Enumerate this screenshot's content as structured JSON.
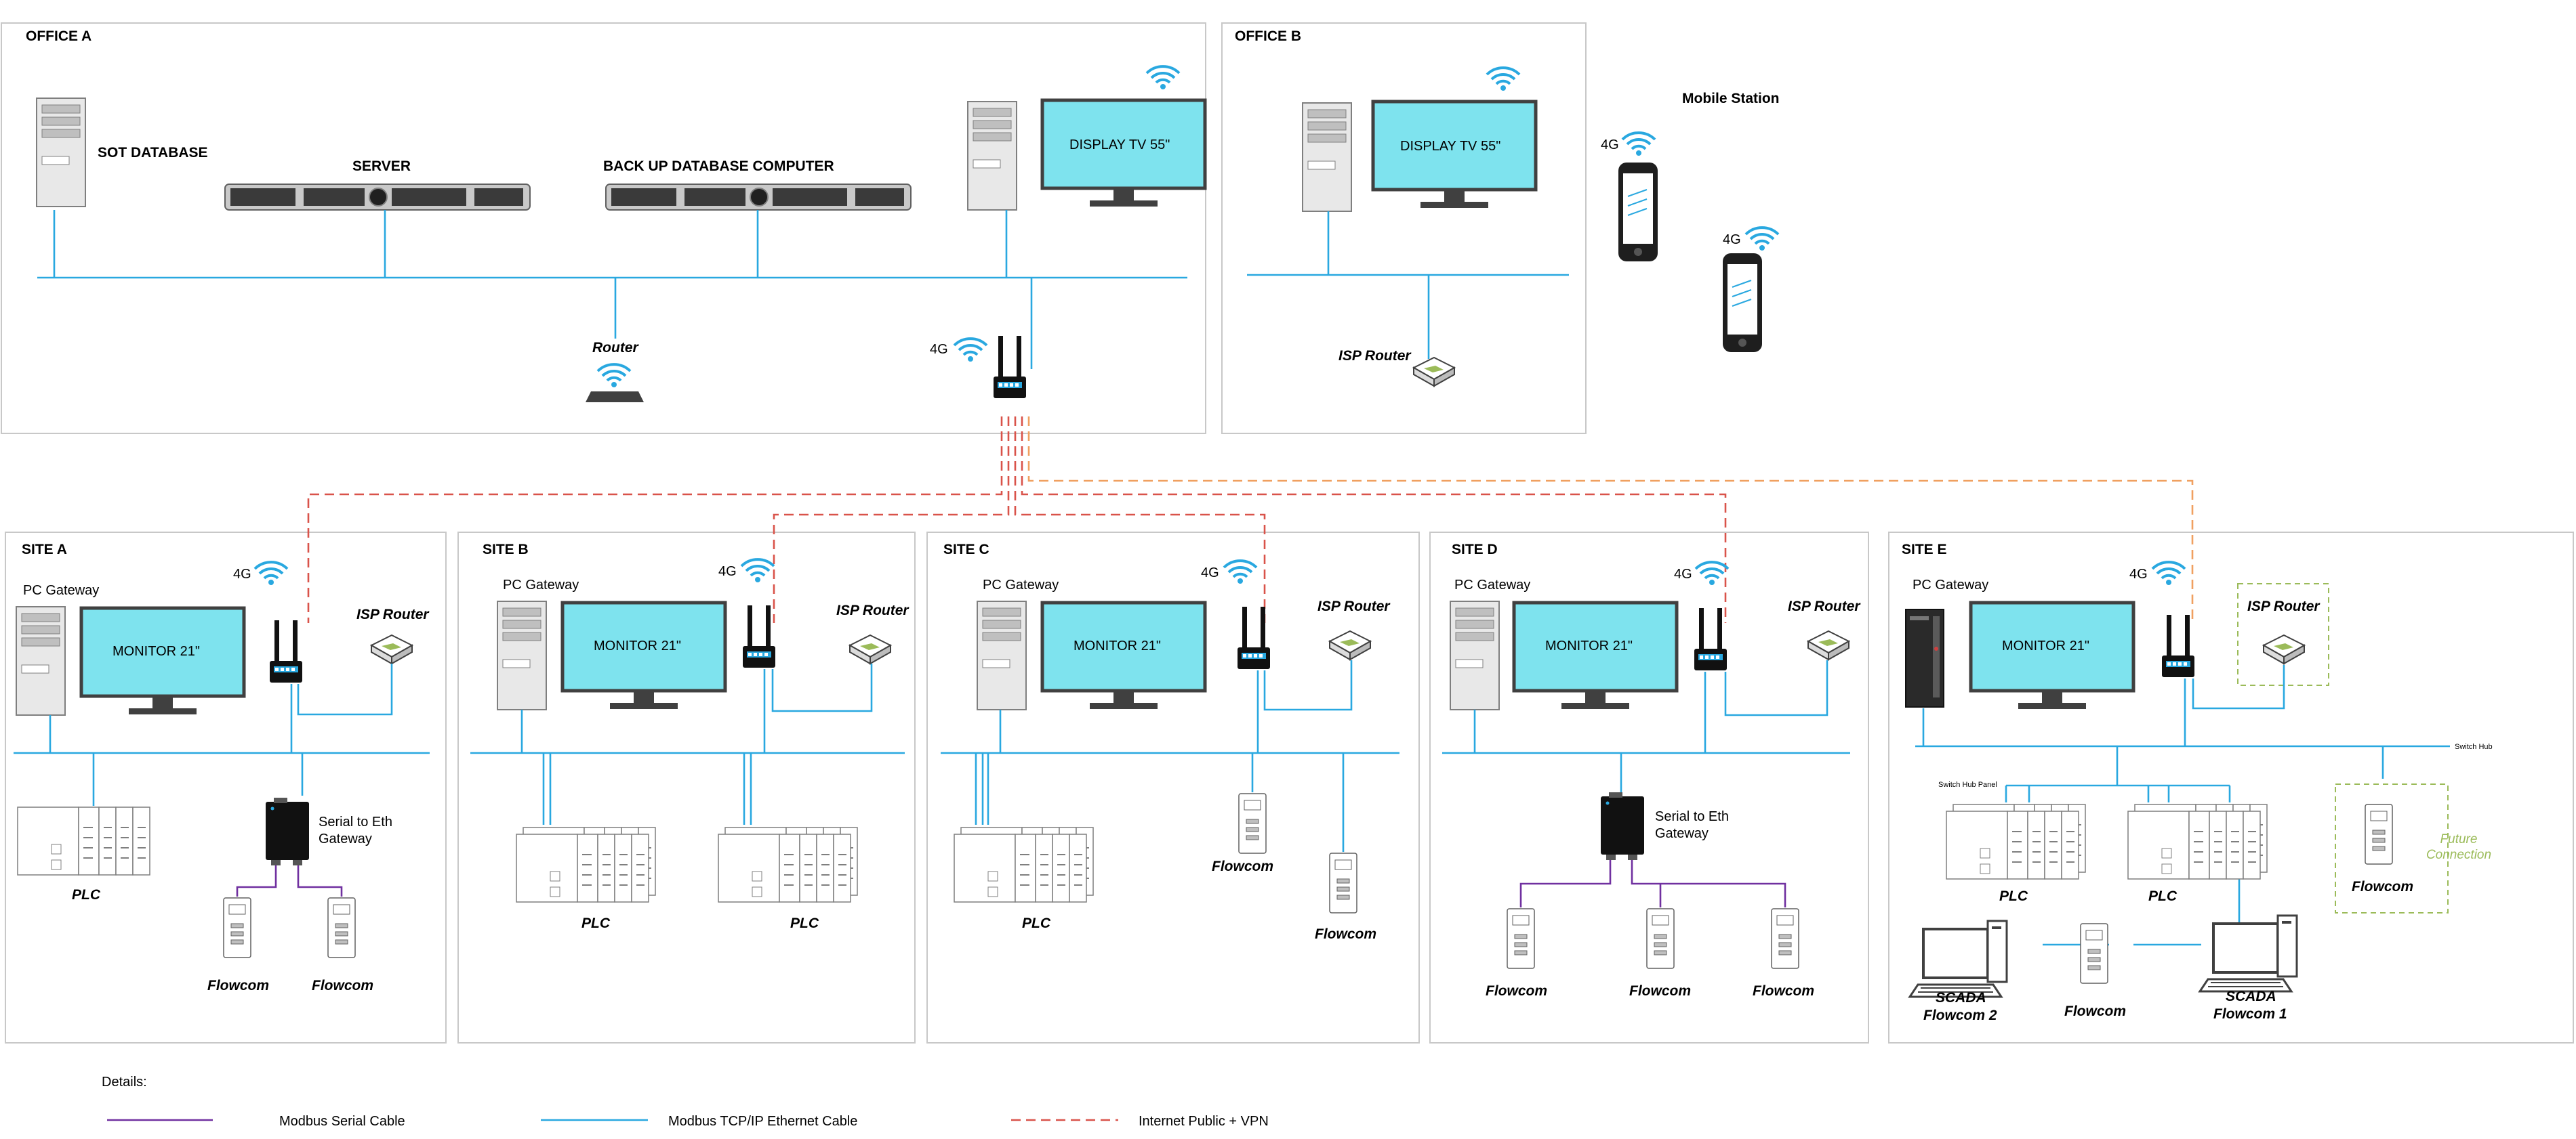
{
  "colors": {
    "ethernet": "#29a8e0",
    "serial": "#7030a0",
    "vpn": "#d9534a",
    "vpn_light": "#f0a060",
    "screen": "#7ee3ee",
    "future": "#9bbb59",
    "box_border": "#c8c8c8"
  },
  "office_a": {
    "title": "OFFICE A",
    "sot_database": "SOT DATABASE",
    "server": "SERVER",
    "backup": "BACK UP DATABASE COMPUTER",
    "display": "DISPLAY TV 55\"",
    "router": "Router",
    "fourg": "4G"
  },
  "office_b": {
    "title": "OFFICE B",
    "display": "DISPLAY TV 55\"",
    "isp_router": "ISP Router"
  },
  "mobile": {
    "title": "Mobile Station",
    "fourg_1": "4G",
    "fourg_2": "4G"
  },
  "site_a": {
    "title": "SITE A",
    "pc_gateway": "PC Gateway",
    "monitor": "MONITOR 21\"",
    "fourg": "4G",
    "isp_router": "ISP Router",
    "serial_gw": "Serial to Eth",
    "serial_gw2": "Gateway",
    "plc": "PLC",
    "flowcom_1": "Flowcom",
    "flowcom_2": "Flowcom"
  },
  "site_b": {
    "title": "SITE B",
    "pc_gateway": "PC Gateway",
    "monitor": "MONITOR 21\"",
    "fourg": "4G",
    "isp_router": "ISP Router",
    "plc_1": "PLC",
    "plc_2": "PLC"
  },
  "site_c": {
    "title": "SITE C",
    "pc_gateway": "PC Gateway",
    "monitor": "MONITOR 21\"",
    "fourg": "4G",
    "isp_router": "ISP Router",
    "plc": "PLC",
    "flowcom_1": "Flowcom",
    "flowcom_2": "Flowcom"
  },
  "site_d": {
    "title": "SITE D",
    "pc_gateway": "PC Gateway",
    "monitor": "MONITOR 21\"",
    "fourg": "4G",
    "isp_router": "ISP Router",
    "serial_gw": "Serial to Eth",
    "serial_gw2": "Gateway",
    "flowcom_1": "Flowcom",
    "flowcom_2": "Flowcom",
    "flowcom_3": "Flowcom"
  },
  "site_e": {
    "title": "SITE E",
    "pc_gateway": "PC Gateway",
    "monitor": "MONITOR 21\"",
    "fourg": "4G",
    "isp_router": "ISP Router",
    "switch_hub": "Switch Hub",
    "switch_hub_panel": "Switch Hub Panel",
    "plc_1": "PLC",
    "plc_2": "PLC",
    "flowcom_future": "Flowcom",
    "future_1": "Future",
    "future_2": "Connection",
    "scada2_1": "SCADA",
    "scada2_2": "Flowcom 2",
    "flowcom_mid": "Flowcom",
    "scada1_1": "SCADA",
    "scada1_2": "Flowcom 1"
  },
  "legend": {
    "title": "Details:",
    "serial": "Modbus Serial Cable",
    "ethernet": "Modbus TCP/IP Ethernet Cable",
    "vpn": "Internet Public + VPN"
  }
}
